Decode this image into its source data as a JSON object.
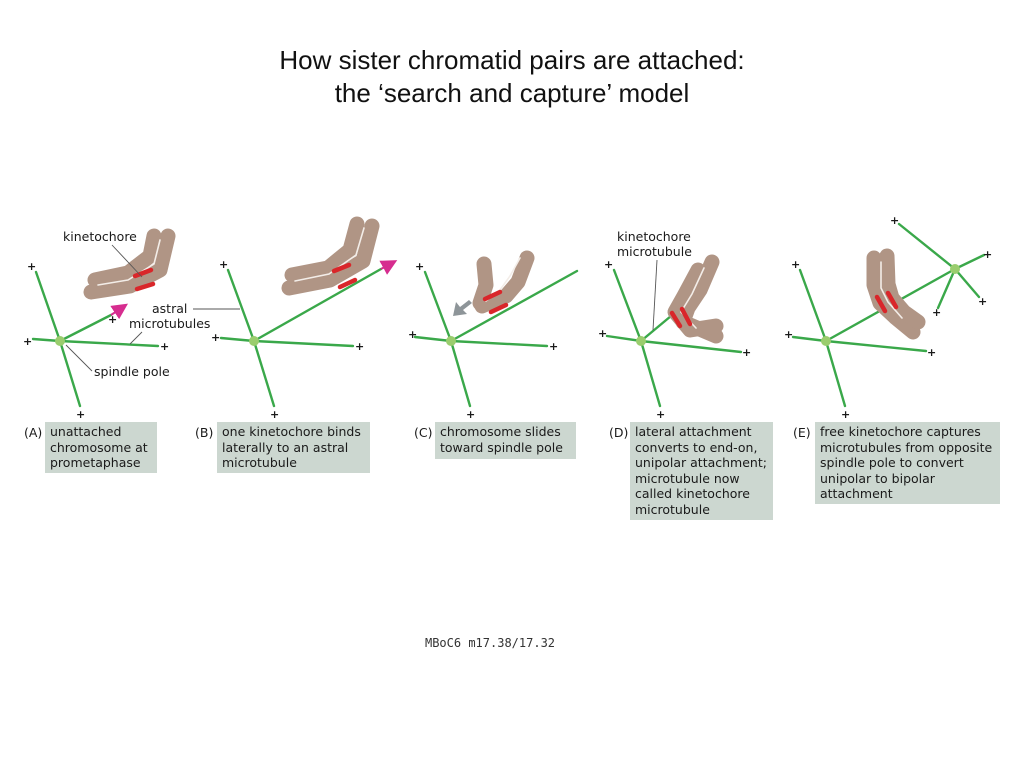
{
  "title": {
    "line1": "How sister chromatid pairs are attached:",
    "line2": "the ‘search and capture’ model"
  },
  "labels": {
    "kinetochore": "kinetochore",
    "astral_line1": "astral",
    "astral_line2": "microtubules",
    "spindle_pole": "spindle pole",
    "kmt_line1": "kinetochore",
    "kmt_line2": "microtubule",
    "plus": "+"
  },
  "panels": [
    {
      "letter": "(A)",
      "caption": [
        "unattached",
        "chromosome at",
        "prometaphase"
      ]
    },
    {
      "letter": "(B)",
      "caption": [
        "one kinetochore binds",
        "laterally to an astral",
        "microtubule"
      ]
    },
    {
      "letter": "(C)",
      "caption": [
        "chromosome slides",
        "toward spindle pole"
      ]
    },
    {
      "letter": "(D)",
      "caption": [
        "lateral attachment",
        "converts to end-on,",
        "unipolar attachment;",
        "microtubule now",
        "called kinetochore",
        "microtubule"
      ]
    },
    {
      "letter": "(E)",
      "caption": [
        "free kinetochore captures",
        "microtubules from opposite",
        "spindle pole to convert",
        "unipolar to bipolar",
        "attachment"
      ]
    }
  ],
  "credit": "MBoC6 m17.38/17.32",
  "colors": {
    "microtubule": "#3aa84a",
    "pole": "#9acd6e",
    "chromatid": "#b09585",
    "kinetochore": "#d9262a",
    "arrow_magenta": "#d62d8f",
    "arrow_gray": "#8e9599",
    "caption_bg": "#ccd7d0"
  }
}
